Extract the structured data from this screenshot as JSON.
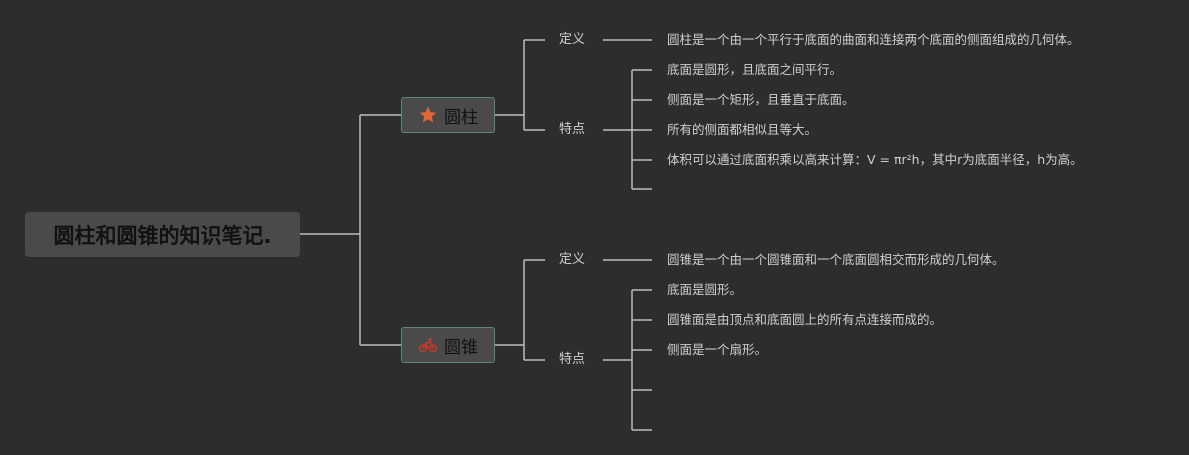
{
  "root": {
    "title": "圆柱和圆锥的知识笔记."
  },
  "branches": [
    {
      "label": "圆柱",
      "icon": "star-icon",
      "icon_color": "#e0643a",
      "definition": {
        "label": "定义",
        "text": "圆柱是一个由一个平行于底面的曲面和连接两个底面的侧面组成的几何体。"
      },
      "features": {
        "label": "特点",
        "items": [
          "底面是圆形，且底面之间平行。",
          "侧面是一个矩形，且垂直于底面。",
          "所有的侧面都相似且等大。",
          "体积可以通过底面积乘以高来计算：V = πr²h，其中r为底面半径，h为高。",
          ""
        ]
      }
    },
    {
      "label": "圆锥",
      "icon": "bicycle-icon",
      "icon_color": "#c0392b",
      "definition": {
        "label": "定义",
        "text": "圆锥是一个由一个圆锥面和一个底面圆相交而形成的几何体。"
      },
      "features": {
        "label": "特点",
        "items": [
          "底面是圆形。",
          "圆锥面是由顶点和底面圆上的所有点连接而成的。",
          "侧面是一个扇形。",
          "",
          ""
        ]
      }
    }
  ],
  "colors": {
    "background": "#2d2d2d",
    "line": "#bdbdbd",
    "node_fill": "#4a4a4a",
    "node_border": "#5c8a7a",
    "text": "#cfcfcf"
  }
}
